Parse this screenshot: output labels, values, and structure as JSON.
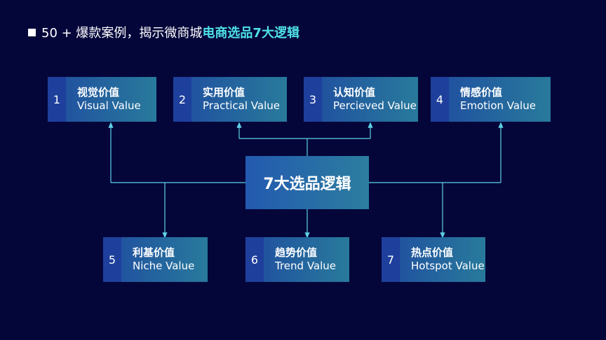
{
  "header": {
    "prefix": "50 + 爆款案例，揭示微商城",
    "highlight": "电商选品7大逻辑"
  },
  "center": {
    "label": "7大选品逻辑"
  },
  "nodes": [
    {
      "num": "1",
      "cn": "视觉价值",
      "en": "Visual Value"
    },
    {
      "num": "2",
      "cn": "实用价值",
      "en": "Practical Value"
    },
    {
      "num": "3",
      "cn": "认知价值",
      "en": "Percieved Value"
    },
    {
      "num": "4",
      "cn": "情感价值",
      "en": "Emotion Value"
    },
    {
      "num": "5",
      "cn": "利基价值",
      "en": "Niche Value"
    },
    {
      "num": "6",
      "cn": "趋势价值",
      "en": "Trend Value"
    },
    {
      "num": "7",
      "cn": "热点价值",
      "en": "Hotspot Value"
    }
  ],
  "colors": {
    "background": "#04063a",
    "highlight": "#4fe0e6",
    "connector": "#5fd1e6"
  }
}
